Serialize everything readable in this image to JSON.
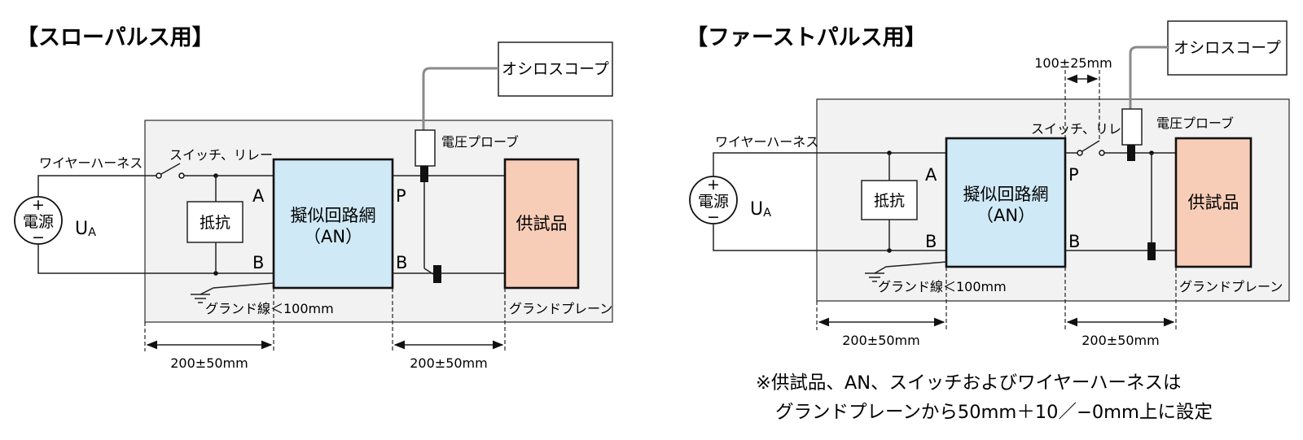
{
  "slow": {
    "title": "【スローパルス用】",
    "harness": "ワイヤーハーネス",
    "switch": "スイッチ、リレー",
    "power_top": "+",
    "power_mid": "電源",
    "power_bot": "−",
    "ua": "U",
    "ua_sub": "A",
    "resistor": "抵抗",
    "an_line1": "擬似回路網",
    "an_line2": "（AN）",
    "term_a": "A",
    "term_b": "B",
    "term_p": "P",
    "term_b2": "B",
    "probe": "電圧プローブ",
    "scope": "オシロスコープ",
    "eut": "供試品",
    "ground_wire": "グランド線＜100mm",
    "ground_plane": "グランドプレーン",
    "dim_left": "200±50mm",
    "dim_right": "200±50mm"
  },
  "fast": {
    "title": "【ファーストパルス用】",
    "harness": "ワイヤーハーネス",
    "switch": "スイッチ、リレー",
    "power_top": "+",
    "power_mid": "電源",
    "power_bot": "−",
    "ua": "U",
    "ua_sub": "A",
    "resistor": "抵抗",
    "an_line1": "擬似回路網",
    "an_line2": "（AN）",
    "term_a": "A",
    "term_b": "B",
    "term_p": "P",
    "term_b2": "B",
    "probe": "電圧プローブ",
    "scope": "オシロスコープ",
    "eut": "供試品",
    "ground_wire": "グランド線＜100mm",
    "ground_plane": "グランドプレーン",
    "dim_probe": "100±25mm",
    "dim_left": "200±50mm",
    "dim_right": "200±50mm"
  },
  "note": {
    "line1": "※供試品、AN、スイッチおよびワイヤーハーネスは",
    "line2": "グランドプレーンから50mm＋10／−0mm上に設定"
  }
}
